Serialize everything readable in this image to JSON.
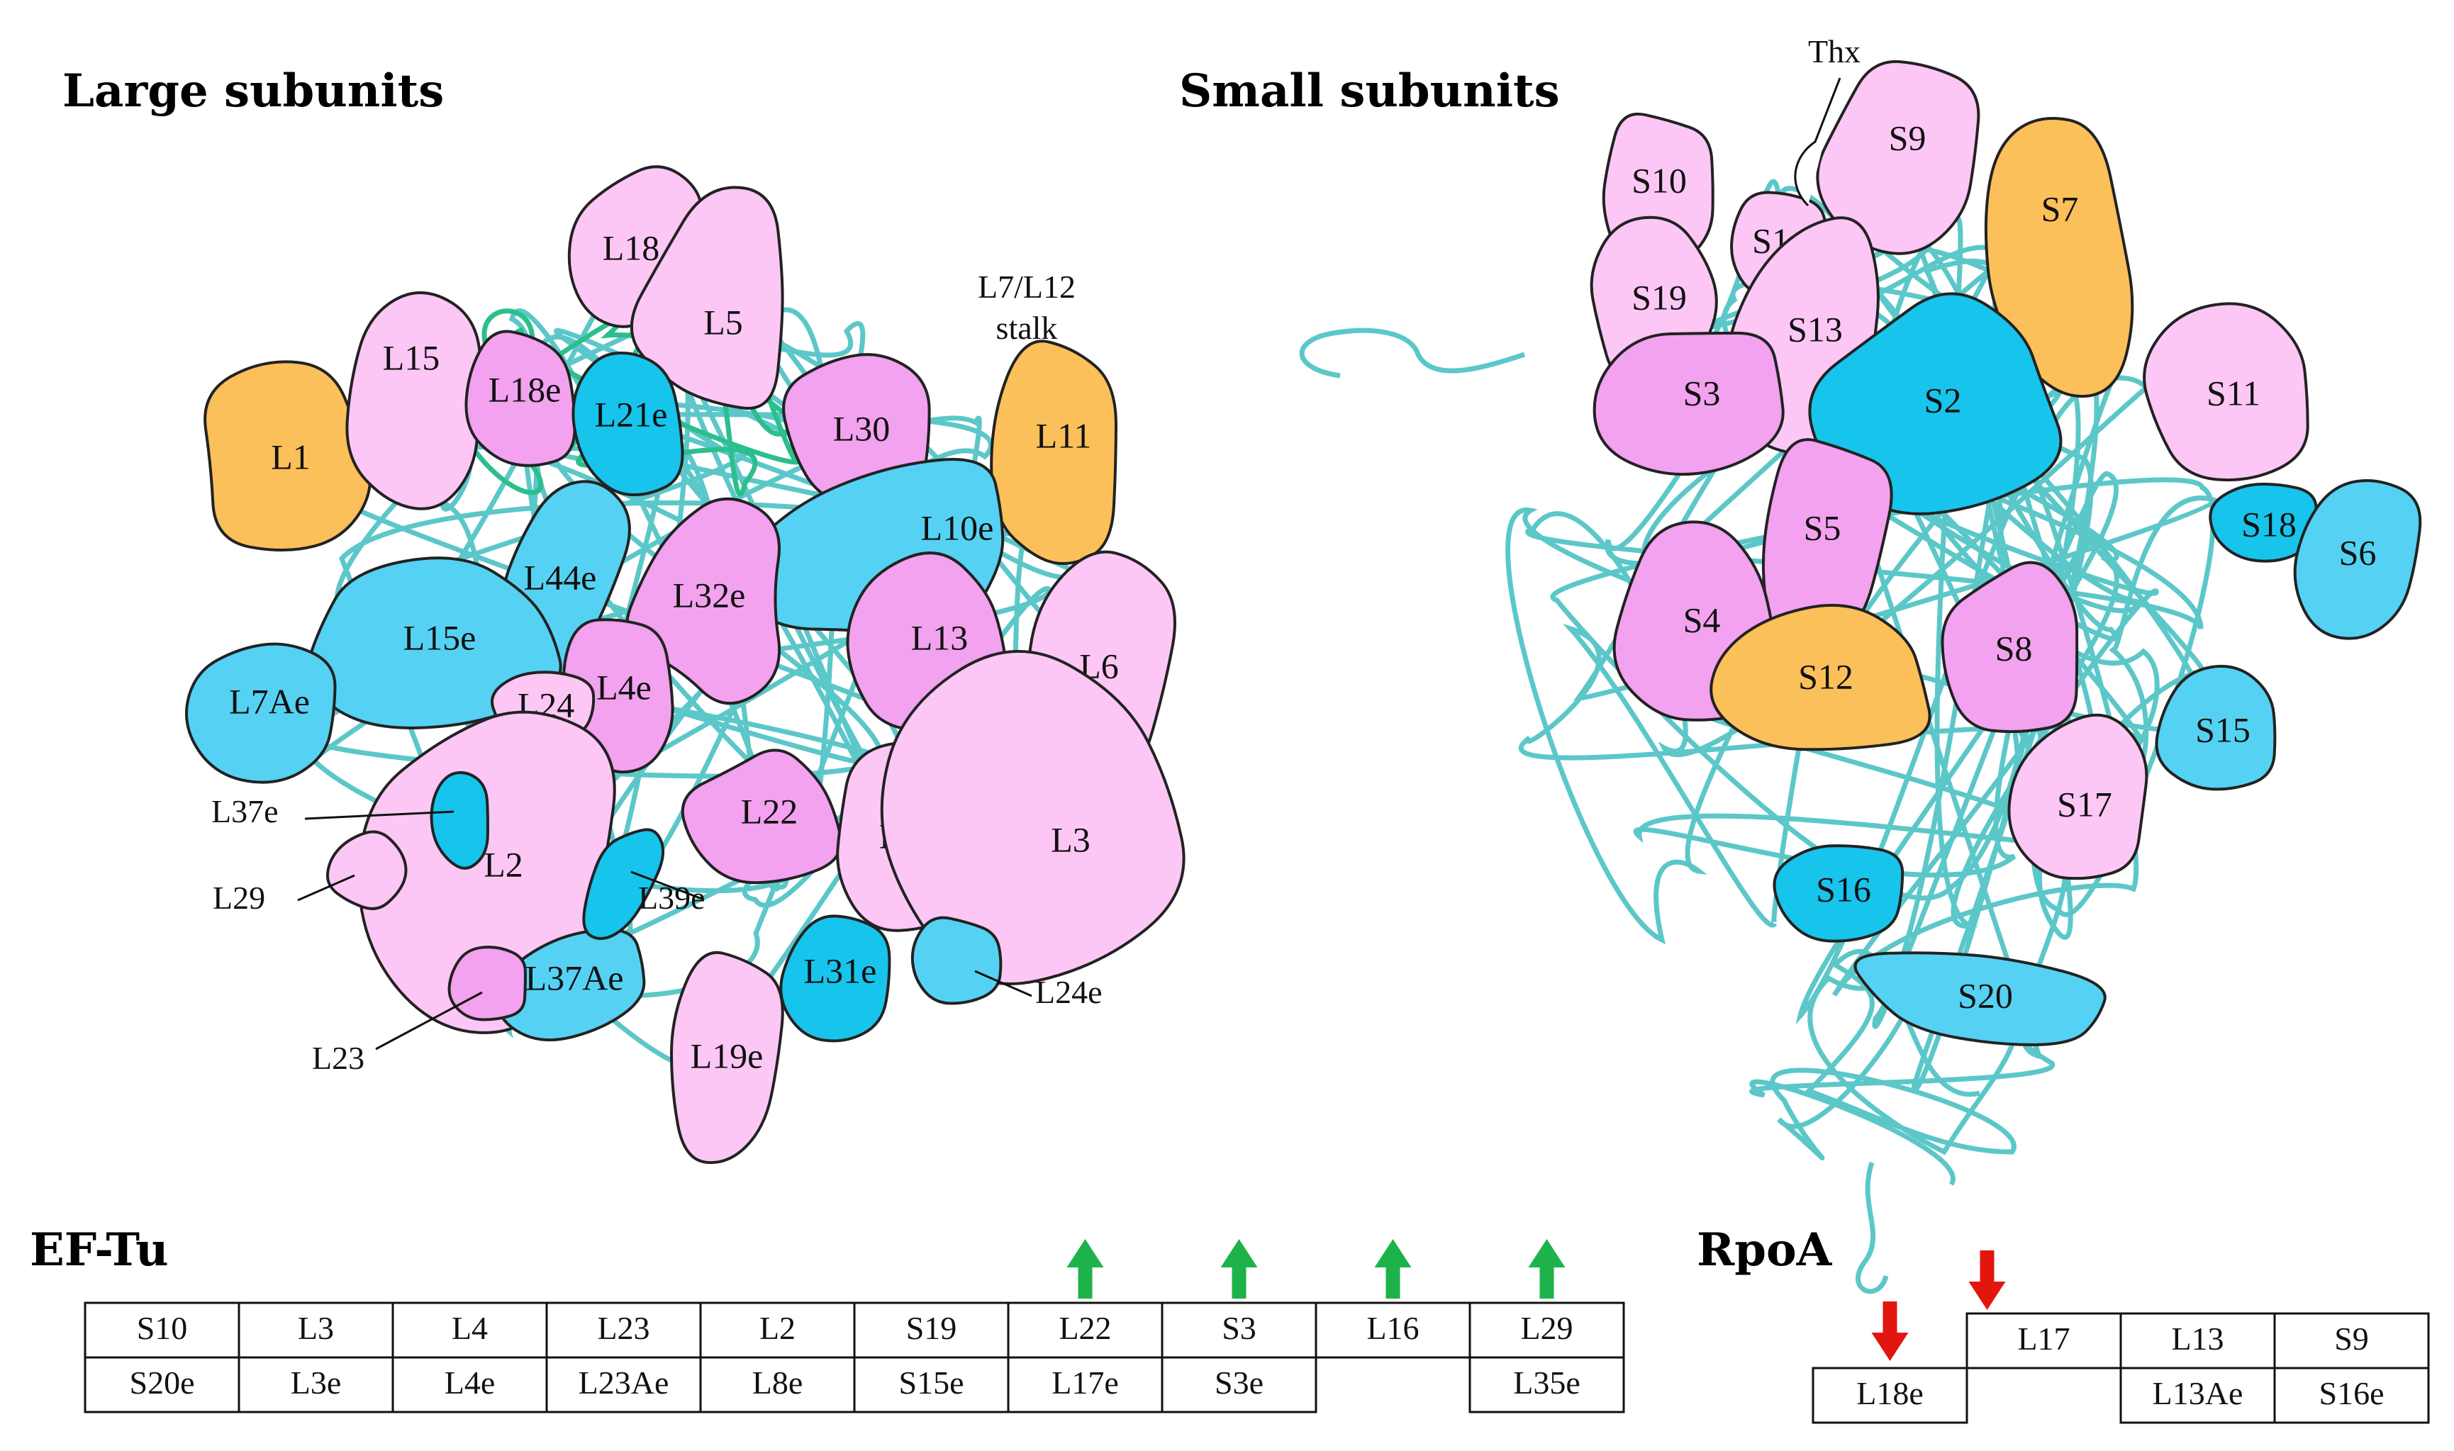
{
  "colors": {
    "light_pink": "#fdc7f5",
    "pink": "#f2a2ef",
    "blue": "#17c4ec",
    "light_blue": "#55d2f3",
    "orange": "#fbc05a",
    "rna_cyan": "#5cc7c9",
    "rna_green": "#2cbf8d",
    "arrow_up": "#1db34a",
    "arrow_down": "#e3160f"
  },
  "large": {
    "title": "Large subunits",
    "stalk": [
      "L7/L12",
      "stalk"
    ],
    "proteins": [
      {
        "name": "L1",
        "color": "orange"
      },
      {
        "name": "L15",
        "color": "light_pink"
      },
      {
        "name": "L18",
        "color": "light_pink"
      },
      {
        "name": "L5",
        "color": "light_pink"
      },
      {
        "name": "L18e",
        "color": "pink"
      },
      {
        "name": "L21e",
        "color": "blue"
      },
      {
        "name": "L30",
        "color": "pink"
      },
      {
        "name": "L11",
        "color": "orange"
      },
      {
        "name": "L10e",
        "color": "light_blue"
      },
      {
        "name": "L44e",
        "color": "light_blue"
      },
      {
        "name": "L32e",
        "color": "pink"
      },
      {
        "name": "L15e",
        "color": "light_blue"
      },
      {
        "name": "L13",
        "color": "pink"
      },
      {
        "name": "L6",
        "color": "light_pink"
      },
      {
        "name": "L7Ae",
        "color": "light_blue"
      },
      {
        "name": "L4e",
        "color": "pink"
      },
      {
        "name": "L24",
        "color": "light_pink"
      },
      {
        "name": "L2",
        "color": "light_pink"
      },
      {
        "name": "L22",
        "color": "pink"
      },
      {
        "name": "L14",
        "color": "light_pink"
      },
      {
        "name": "L3",
        "color": "light_pink"
      },
      {
        "name": "L31e",
        "color": "blue"
      },
      {
        "name": "L37Ae",
        "color": "light_blue"
      },
      {
        "name": "L19e",
        "color": "light_pink"
      }
    ],
    "callouts": [
      "L37e",
      "L29",
      "L39e",
      "L24e",
      "L23"
    ]
  },
  "small": {
    "title": "Small subunits",
    "thx": "Thx",
    "proteins": [
      {
        "name": "S10",
        "color": "light_pink"
      },
      {
        "name": "S9",
        "color": "light_pink"
      },
      {
        "name": "S7",
        "color": "orange"
      },
      {
        "name": "S14",
        "color": "light_pink"
      },
      {
        "name": "S19",
        "color": "light_pink"
      },
      {
        "name": "S13",
        "color": "light_pink"
      },
      {
        "name": "S2",
        "color": "blue"
      },
      {
        "name": "S11",
        "color": "light_pink"
      },
      {
        "name": "S3",
        "color": "pink"
      },
      {
        "name": "S18",
        "color": "blue"
      },
      {
        "name": "S6",
        "color": "light_blue"
      },
      {
        "name": "S5",
        "color": "pink"
      },
      {
        "name": "S4",
        "color": "pink"
      },
      {
        "name": "S12",
        "color": "orange"
      },
      {
        "name": "S8",
        "color": "pink"
      },
      {
        "name": "S15",
        "color": "light_blue"
      },
      {
        "name": "S17",
        "color": "light_pink"
      },
      {
        "name": "S16",
        "color": "blue"
      },
      {
        "name": "S20",
        "color": "light_blue"
      }
    ]
  },
  "eftu": {
    "title": "EF-Tu",
    "row1": [
      "S10",
      "L3",
      "L4",
      "L23",
      "L2",
      "S19",
      "L22",
      "S3",
      "L16",
      "L29"
    ],
    "row2": [
      "S20e",
      "L3e",
      "L4e",
      "L23Ae",
      "L8e",
      "S15e",
      "L17e",
      "S3e",
      "",
      "L35e"
    ],
    "up_arrows": [
      "L22",
      "S3",
      "L16",
      "L29"
    ]
  },
  "rpoa": {
    "title": "RpoA",
    "top_row": [
      "L17",
      "L13",
      "S9"
    ],
    "bottom_row": [
      "L18e",
      "L13Ae",
      "S16e"
    ],
    "down_arrows": [
      "L18e",
      "L17"
    ]
  }
}
